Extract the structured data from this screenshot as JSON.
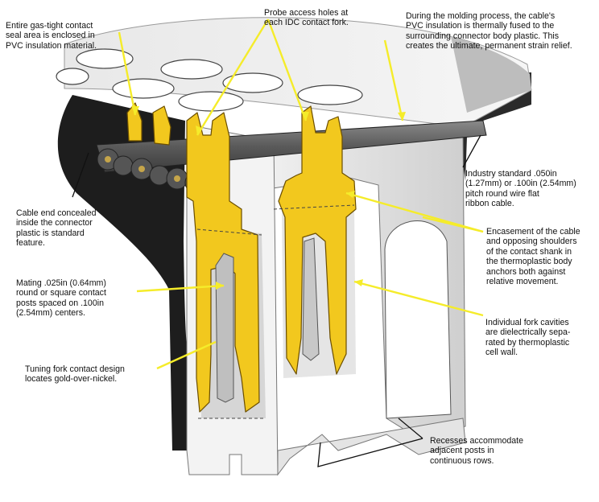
{
  "labels": {
    "gas_tight": "Entire gas-tight contact\nseal area is enclosed in\nPVC insulation material.",
    "probe": "Probe access holes at\neach IDC contact fork.",
    "molding": "During the molding process, the cable's\nPVC insulation is thermally fused to the\nsurrounding connector body plastic. This\ncreates the ultimate, permanent strain relief.",
    "industry_standard": "Industry standard .050in\n(1.27mm) or .100in (2.54mm)\npitch round wire flat\nribbon cable.",
    "cable_end": "Cable end concealed\ninside the connector\nplastic is standard\nfeature.",
    "encasement": "Encasement of the cable\nand opposing shoulders\nof the contact shank in\nthe thermoplastic body\nanchors both against\nrelative movement.",
    "mating": "Mating .025in (0.64mm)\nround or square contact\nposts spaced on .100in\n(2.54mm) centers.",
    "cavities": "Individual fork cavities\nare dielectrically sepa-\nrated by thermoplastic\ncell wall.",
    "tuning": "Tuning fork contact design\nlocates gold-over-nickel.",
    "recesses": "Recesses accommodate\nadjacent posts in\ncontinuous rows."
  },
  "colors": {
    "contact_gold": "#f2c81e",
    "contact_outline": "#6b4e00",
    "leader_yellow": "#f5ec2a",
    "body_light": "#f2f2f2",
    "body_shadow": "#1e1e1e",
    "cable_gray": "#5b5b5b"
  }
}
